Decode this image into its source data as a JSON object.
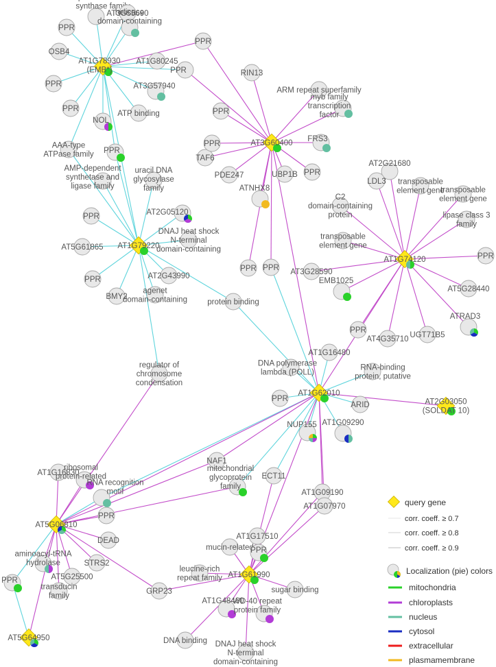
{
  "colors": {
    "edge_cyan": "#5ED4DC",
    "edge_magenta": "#C24BC9",
    "node_fill": "#E8E8E8",
    "node_stroke": "#A8A8A8",
    "query": "#FFE81A",
    "mitochondria": "#2AD12A",
    "chloroplasts": "#B23CD6",
    "nucleus": "#63BFA1",
    "cytosol": "#1A2DC2",
    "extracellular": "#EE1C1C",
    "plasmamembrane": "#F2BA20",
    "label": "#555555"
  },
  "nodes": [
    {
      "id": "pseudo",
      "label": "pseudouridine\nsynthase family",
      "ldx": 10,
      "ldy": -22,
      "pie": []
    },
    {
      "id": "at3g55690",
      "label": "AT3G55690",
      "ldx": 0,
      "ldy": 0,
      "pie": []
    },
    {
      "id": "ppr1",
      "label": "PPR",
      "ldx": 0,
      "ldy": 0,
      "pie": []
    },
    {
      "id": "helicase",
      "label": "helicase\ndomain-containing",
      "ldx": 0,
      "ldy": -16,
      "pie": [
        "nucleus"
      ]
    },
    {
      "id": "ppr2",
      "label": "PPR",
      "ldx": 0,
      "ldy": 0,
      "pie": []
    },
    {
      "id": "osb4",
      "label": "OSB4",
      "ldx": 0,
      "ldy": 0,
      "pie": []
    },
    {
      "id": "emb",
      "label": "AT1G78930\n(EMB*)",
      "ldx": -5,
      "ldy": -2,
      "query": true,
      "pie": [
        "mitochondria"
      ]
    },
    {
      "id": "at1g80245",
      "label": "AT1G80245",
      "ldx": 0,
      "ldy": 0,
      "pie": []
    },
    {
      "id": "ppr3",
      "label": "PPR",
      "ldx": -10,
      "ldy": 0,
      "pie": []
    },
    {
      "id": "ppr4",
      "label": "PPR",
      "ldx": 0,
      "ldy": 0,
      "pie": []
    },
    {
      "id": "at3g57940",
      "label": "AT3G57940",
      "ldx": -2,
      "ldy": -8,
      "pie": [
        "nucleus"
      ]
    },
    {
      "id": "ppr5",
      "label": "PPR",
      "ldx": 0,
      "ldy": 0,
      "pie": []
    },
    {
      "id": "nol",
      "label": "NOL",
      "ldx": -3,
      "ldy": -2,
      "pie": [
        "mitochondria",
        "chloroplasts"
      ]
    },
    {
      "id": "atpbind",
      "label": "ATP binding",
      "ldx": 0,
      "ldy": 0,
      "pie": []
    },
    {
      "id": "aaa",
      "label": "AAA-type\nATPase family",
      "ldx": 0,
      "ldy": 0,
      "pie": []
    },
    {
      "id": "ppr6",
      "label": "PPR",
      "ldx": -5,
      "ldy": -3,
      "pie": [
        "mitochondria"
      ]
    },
    {
      "id": "rin13",
      "label": "RIN13",
      "ldx": 0,
      "ldy": 0,
      "pie": []
    },
    {
      "id": "arm",
      "label": "ARM repeat superfamily",
      "ldx": 0,
      "ldy": 0,
      "pie": []
    },
    {
      "id": "myb",
      "label": "myb family\ntranscription\nfactor",
      "ldx": -20,
      "ldy": -4,
      "pie": [
        "nucleus"
      ]
    },
    {
      "id": "ppr7",
      "label": "PPR",
      "ldx": 0,
      "ldy": 0,
      "pie": []
    },
    {
      "id": "ppr8",
      "label": "PPR",
      "ldx": 0,
      "ldy": 0,
      "pie": []
    },
    {
      "id": "at3g60400",
      "label": "AT3G60400",
      "ldx": 0,
      "ldy": 0,
      "query": true,
      "pie": [
        "mitochondria"
      ]
    },
    {
      "id": "frs3",
      "label": "FRS3",
      "ldx": -5,
      "ldy": -6,
      "pie": [
        "nucleus"
      ]
    },
    {
      "id": "taf6",
      "label": "TAF6",
      "ldx": 0,
      "ldy": 0,
      "pie": []
    },
    {
      "id": "pde247",
      "label": "PDE247",
      "ldx": 0,
      "ldy": 0,
      "pie": []
    },
    {
      "id": "ppr9",
      "label": "PPR",
      "ldx": 0,
      "ldy": 0,
      "pie": []
    },
    {
      "id": "ubp1b",
      "label": "UBP1B",
      "ldx": 0,
      "ldy": 0,
      "pie": []
    },
    {
      "id": "atnhx8",
      "label": "ATNHX8",
      "ldx": -8,
      "ldy": -16,
      "pie": [
        "plasmamembrane"
      ]
    },
    {
      "id": "ampdep",
      "label": "AMP-dependent\nsynthetase and\nligase family",
      "ldx": -15,
      "ldy": -6,
      "pie": []
    },
    {
      "id": "uracil",
      "label": "uracil DNA\nglycosylase\nfamily",
      "ldx": 0,
      "ldy": -2,
      "pie": []
    },
    {
      "id": "ppr10",
      "label": "PPR",
      "ldx": 0,
      "ldy": 0,
      "pie": []
    },
    {
      "id": "at2g05120",
      "label": "AT2G05120",
      "ldx": -22,
      "ldy": -2,
      "pie": [
        "mitochondria",
        "chloroplasts",
        "cytosol"
      ]
    },
    {
      "id": "at5g61865",
      "label": "AT5G61865",
      "ldx": 0,
      "ldy": 0,
      "pie": []
    },
    {
      "id": "at1g79220",
      "label": "AT1G79220",
      "ldx": 0,
      "ldy": 0,
      "query": true,
      "pie": [
        "mitochondria"
      ]
    },
    {
      "id": "dnajhs1",
      "label": "DNAJ heat shock\nN-terminal\ndomain-containing",
      "ldx": 0,
      "ldy": 0,
      "pie": []
    },
    {
      "id": "ppr11",
      "label": "PPR",
      "ldx": 0,
      "ldy": 0,
      "pie": []
    },
    {
      "id": "at2g43990",
      "label": "AT2G43990",
      "ldx": 0,
      "ldy": 0,
      "pie": []
    },
    {
      "id": "bmy2",
      "label": "BMY2",
      "ldx": 0,
      "ldy": 0,
      "pie": []
    },
    {
      "id": "agenet",
      "label": "agenet\ndomain-containing",
      "ldx": 0,
      "ldy": 0,
      "pie": []
    },
    {
      "id": "ppr12",
      "label": "PPR",
      "ldx": 0,
      "ldy": 0,
      "pie": []
    },
    {
      "id": "ppr13",
      "label": "PPR",
      "ldx": 0,
      "ldy": 0,
      "pie": []
    },
    {
      "id": "protbind",
      "label": "protein binding",
      "ldx": 0,
      "ldy": 0,
      "pie": []
    },
    {
      "id": "at2g21680",
      "label": "AT2G21680",
      "ldx": 0,
      "ldy": -12,
      "pie": []
    },
    {
      "id": "ldl3",
      "label": "LDL3",
      "ldx": 0,
      "ldy": 0,
      "pie": []
    },
    {
      "id": "tpe1",
      "label": "transposable\nelement gene",
      "ldx": 0,
      "ldy": 0,
      "pie": []
    },
    {
      "id": "tpe2",
      "label": "transposable\nelement gene",
      "ldx": 0,
      "ldy": 0,
      "pie": []
    },
    {
      "id": "c2",
      "label": "C2\ndomain-containing\nprotein",
      "ldx": 0,
      "ldy": 0,
      "pie": []
    },
    {
      "id": "lipase",
      "label": "lipase class 3\nfamily",
      "ldx": 0,
      "ldy": 0,
      "pie": []
    },
    {
      "id": "tpe3",
      "label": "transposable\nelement gene",
      "ldx": 0,
      "ldy": 0,
      "pie": []
    },
    {
      "id": "at1g74120",
      "label": "AT1G74120",
      "ldx": 0,
      "ldy": 0,
      "query": true,
      "pie": [
        "mitochondria",
        "nucleus"
      ]
    },
    {
      "id": "ppr14",
      "label": "PPR",
      "ldx": 0,
      "ldy": 0,
      "pie": []
    },
    {
      "id": "at3g28590",
      "label": "AT3G28590",
      "ldx": 0,
      "ldy": 0,
      "pie": []
    },
    {
      "id": "at5g28440",
      "label": "AT5G28440",
      "ldx": 0,
      "ldy": 0,
      "pie": []
    },
    {
      "id": "emb1025",
      "label": "EMB1025",
      "ldx": -8,
      "ldy": -16,
      "pie": [
        "mitochondria"
      ]
    },
    {
      "id": "atrad3",
      "label": "ATRAD3",
      "ldx": -5,
      "ldy": -16,
      "pie": [
        "mitochondria",
        "cytosol",
        "nucleus"
      ]
    },
    {
      "id": "ppr15",
      "label": "PPR",
      "ldx": 0,
      "ldy": 0,
      "pie": []
    },
    {
      "id": "at4g35710",
      "label": "AT4G35710",
      "ldx": 0,
      "ldy": 0,
      "pie": []
    },
    {
      "id": "ugt71b5",
      "label": "UGT71B5",
      "ldx": 0,
      "ldy": 0,
      "pie": []
    },
    {
      "id": "at1g16480",
      "label": "AT1G16480",
      "ldx": 0,
      "ldy": 0,
      "pie": []
    },
    {
      "id": "dnapol",
      "label": "DNA polymerase\nlambda (POLL)",
      "ldx": -5,
      "ldy": 0,
      "pie": []
    },
    {
      "id": "rnabind",
      "label": "RNA-binding\nprotein, putative",
      "ldx": 15,
      "ldy": 0,
      "pie": []
    },
    {
      "id": "at1g62010",
      "label": "AT1G62010",
      "ldx": 0,
      "ldy": 0,
      "query": true,
      "pie": [
        "mitochondria"
      ]
    },
    {
      "id": "ppr16",
      "label": "PPR",
      "ldx": 0,
      "ldy": 0,
      "pie": []
    },
    {
      "id": "arid",
      "label": "ARID",
      "ldx": 0,
      "ldy": 0,
      "pie": []
    },
    {
      "id": "soldat",
      "label": "AT2G03050\n(SOLDAT 10)",
      "ldx": 0,
      "ldy": 0,
      "query": true,
      "pie": [
        "mitochondria"
      ]
    },
    {
      "id": "regulator",
      "label": "regulator of\nchromosome\ncondensation",
      "ldx": 0,
      "ldy": 0,
      "pie": []
    },
    {
      "id": "nup155",
      "label": "NUP155",
      "ldx": -8,
      "ldy": -12,
      "pie": [
        "mitochondria",
        "chloroplasts",
        "nucleus",
        "plasmamembrane"
      ]
    },
    {
      "id": "at1g09290",
      "label": "AT1G09290",
      "ldx": 0,
      "ldy": -16,
      "pie": [
        "nucleus",
        "cytosol"
      ]
    },
    {
      "id": "naf1",
      "label": "NAF1",
      "ldx": 0,
      "ldy": 0,
      "pie": []
    },
    {
      "id": "ect11",
      "label": "ECT11",
      "ldx": 0,
      "ldy": 0,
      "pie": []
    },
    {
      "id": "at1g16830",
      "label": "AT1G16830",
      "ldx": 0,
      "ldy": 0,
      "pie": []
    },
    {
      "id": "ribo",
      "label": "ribosomal\nprotein-related",
      "ldx": -5,
      "ldy": -12,
      "pie": [
        "chloroplasts"
      ]
    },
    {
      "id": "rnarec",
      "label": "RNA recognition\nmotif",
      "ldx": 20,
      "ldy": -16,
      "pie": [
        "nucleus"
      ]
    },
    {
      "id": "mitoglyco",
      "label": "mitochondrial\nglycoprotein\nfamily",
      "ldx": -10,
      "ldy": -14,
      "pie": [
        "mitochondria"
      ]
    },
    {
      "id": "at1g09190",
      "label": "AT1G09190",
      "ldx": 0,
      "ldy": 0,
      "pie": []
    },
    {
      "id": "at1g07970",
      "label": "AT1G07970",
      "ldx": 0,
      "ldy": 0,
      "pie": []
    },
    {
      "id": "at5g06810",
      "label": "AT5G06810",
      "ldx": 0,
      "ldy": 0,
      "query": true,
      "pie": [
        "mitochondria",
        "nucleus",
        "cytosol"
      ]
    },
    {
      "id": "ppr17",
      "label": "PPR",
      "ldx": 0,
      "ldy": 0,
      "pie": []
    },
    {
      "id": "dead",
      "label": "DEAD",
      "ldx": 0,
      "ldy": 0,
      "pie": []
    },
    {
      "id": "at1g17510",
      "label": "AT1G17510",
      "ldx": 0,
      "ldy": 0,
      "pie": []
    },
    {
      "id": "mucin",
      "label": "mucin-related",
      "ldx": 0,
      "ldy": 0,
      "pie": []
    },
    {
      "id": "aminoacyl",
      "label": "aminoacyl-tRNA\nhydrolase",
      "ldx": 0,
      "ldy": -8,
      "pie": [
        "chloroplasts",
        "nucleus"
      ]
    },
    {
      "id": "strs2",
      "label": "STRS2",
      "ldx": 0,
      "ldy": 0,
      "pie": []
    },
    {
      "id": "ppr18",
      "label": "PPR",
      "ldx": -4,
      "ldy": -4,
      "pie": [
        "mitochondria"
      ]
    },
    {
      "id": "at5g25500",
      "label": "AT5G25500",
      "ldx": 0,
      "ldy": 0,
      "pie": []
    },
    {
      "id": "transducin",
      "label": "transducin\nfamily",
      "ldx": 0,
      "ldy": 0,
      "pie": []
    },
    {
      "id": "ppr19",
      "label": "PPR",
      "ldx": 0,
      "ldy": -4,
      "pie": [
        "mitochondria"
      ]
    },
    {
      "id": "leucine",
      "label": "leucine-rich\nrepeat family",
      "ldx": 0,
      "ldy": 0,
      "pie": []
    },
    {
      "id": "at1g61990",
      "label": "AT1G61990",
      "ldx": 0,
      "ldy": 0,
      "query": true,
      "pie": [
        "mitochondria"
      ]
    },
    {
      "id": "grp23",
      "label": "GRP23",
      "ldx": 0,
      "ldy": 0,
      "pie": []
    },
    {
      "id": "sugar",
      "label": "sugar binding",
      "ldx": 0,
      "ldy": 0,
      "pie": []
    },
    {
      "id": "at1g48460",
      "label": "AT1G48460",
      "ldx": -5,
      "ldy": -12,
      "pie": [
        "chloroplasts"
      ]
    },
    {
      "id": "wd40",
      "label": "WD-40 repeat\nprotein family",
      "ldx": -10,
      "ldy": -12,
      "pie": [
        "chloroplasts"
      ]
    },
    {
      "id": "at5g64950",
      "label": "AT5G64950",
      "ldx": 0,
      "ldy": 0,
      "query": true,
      "pie": [
        "mitochondria",
        "cytosol",
        "nucleus"
      ]
    },
    {
      "id": "dnabind",
      "label": "DNA binding",
      "ldx": 0,
      "ldy": 0,
      "pie": []
    },
    {
      "id": "dnajhs2",
      "label": "DNAJ heat shock\nN-terminal\ndomain-containing",
      "ldx": 0,
      "ldy": 0,
      "pie": []
    }
  ],
  "edges": [
    [
      "emb",
      "pseudo",
      "c"
    ],
    [
      "emb",
      "at3g55690",
      "c"
    ],
    [
      "emb",
      "ppr1",
      "c"
    ],
    [
      "emb",
      "helicase",
      "c"
    ],
    [
      "emb",
      "ppr2",
      "m"
    ],
    [
      "emb",
      "osb4",
      "c"
    ],
    [
      "emb",
      "at1g80245",
      "c"
    ],
    [
      "emb",
      "ppr3",
      "c"
    ],
    [
      "emb",
      "ppr4",
      "c"
    ],
    [
      "emb",
      "at3g57940",
      "c"
    ],
    [
      "emb",
      "ppr5",
      "c"
    ],
    [
      "emb",
      "nol",
      "c"
    ],
    [
      "emb",
      "atpbind",
      "c"
    ],
    [
      "emb",
      "aaa",
      "c"
    ],
    [
      "emb",
      "ppr6",
      "c"
    ],
    [
      "emb",
      "at1g79220",
      "c"
    ],
    [
      "ppr2",
      "at3g60400",
      "m"
    ],
    [
      "ppr3",
      "at3g60400",
      "m"
    ],
    [
      "at3g60400",
      "rin13",
      "m"
    ],
    [
      "at3g60400",
      "arm",
      "m"
    ],
    [
      "at3g60400",
      "myb",
      "m"
    ],
    [
      "at3g60400",
      "ppr7",
      "m"
    ],
    [
      "at3g60400",
      "ppr8",
      "m"
    ],
    [
      "at3g60400",
      "frs3",
      "m"
    ],
    [
      "at3g60400",
      "taf6",
      "m"
    ],
    [
      "at3g60400",
      "pde247",
      "m"
    ],
    [
      "at3g60400",
      "ppr9",
      "m"
    ],
    [
      "at3g60400",
      "ubp1b",
      "m"
    ],
    [
      "at3g60400",
      "atnhx8",
      "m"
    ],
    [
      "at3g60400",
      "ppr12",
      "m"
    ],
    [
      "at3g60400",
      "ppr13",
      "m"
    ],
    [
      "at3g60400",
      "at1g62010",
      "m"
    ],
    [
      "at1g79220",
      "ampdep",
      "c"
    ],
    [
      "at1g79220",
      "uracil",
      "c"
    ],
    [
      "at1g79220",
      "ppr10",
      "c"
    ],
    [
      "at1g79220",
      "at2g05120",
      "c"
    ],
    [
      "at1g79220",
      "at5g61865",
      "c"
    ],
    [
      "at1g79220",
      "dnajhs1",
      "c"
    ],
    [
      "at1g79220",
      "ppr11",
      "c"
    ],
    [
      "at1g79220",
      "at2g43990",
      "c"
    ],
    [
      "at1g79220",
      "bmy2",
      "c"
    ],
    [
      "at1g79220",
      "agenet",
      "c"
    ],
    [
      "at1g79220",
      "protbind",
      "c"
    ],
    [
      "at1g79220",
      "regulator",
      "c"
    ],
    [
      "at1g79220",
      "aaa",
      "c"
    ],
    [
      "at1g79220",
      "ppr6",
      "c"
    ],
    [
      "at1g74120",
      "at2g21680",
      "m"
    ],
    [
      "at1g74120",
      "ldl3",
      "m"
    ],
    [
      "at1g74120",
      "tpe1",
      "m"
    ],
    [
      "at1g74120",
      "tpe2",
      "m"
    ],
    [
      "at1g74120",
      "c2",
      "m"
    ],
    [
      "at1g74120",
      "lipase",
      "m"
    ],
    [
      "at1g74120",
      "tpe3",
      "m"
    ],
    [
      "at1g74120",
      "ppr14",
      "m"
    ],
    [
      "at1g74120",
      "at3g28590",
      "m"
    ],
    [
      "at1g74120",
      "at5g28440",
      "m"
    ],
    [
      "at1g74120",
      "emb1025",
      "m"
    ],
    [
      "at1g74120",
      "atrad3",
      "m"
    ],
    [
      "at1g74120",
      "ppr15",
      "m"
    ],
    [
      "at1g74120",
      "at4g35710",
      "m"
    ],
    [
      "at1g74120",
      "ugt71b5",
      "m"
    ],
    [
      "at1g74120",
      "at1g62010",
      "m"
    ],
    [
      "at1g62010",
      "ppr13",
      "c"
    ],
    [
      "at1g62010",
      "protbind",
      "c"
    ],
    [
      "at1g62010",
      "at1g16480",
      "c"
    ],
    [
      "at1g62010",
      "dnapol",
      "c"
    ],
    [
      "at1g62010",
      "rnabind",
      "c"
    ],
    [
      "at1g62010",
      "ppr16",
      "c"
    ],
    [
      "at1g62010",
      "arid",
      "c"
    ],
    [
      "at1g62010",
      "soldat",
      "m"
    ],
    [
      "at1g62010",
      "nup155",
      "c"
    ],
    [
      "at1g62010",
      "at1g09290",
      "c"
    ],
    [
      "at1g62010",
      "naf1",
      "m"
    ],
    [
      "at1g62010",
      "ect11",
      "c"
    ],
    [
      "at1g62010",
      "at1g09190",
      "m"
    ],
    [
      "at1g62010",
      "at1g07970",
      "m"
    ],
    [
      "at1g62010",
      "mitoglyco",
      "c"
    ],
    [
      "at1g62010",
      "rnarec",
      "c"
    ],
    [
      "at1g62010",
      "at5g06810",
      "m"
    ],
    [
      "at1g62010",
      "at1g61990",
      "m"
    ],
    [
      "regulator",
      "at5g06810",
      "m"
    ],
    [
      "at5g06810",
      "at1g16830",
      "m"
    ],
    [
      "at5g06810",
      "ribo",
      "m"
    ],
    [
      "at5g06810",
      "rnarec",
      "c"
    ],
    [
      "at5g06810",
      "mitoglyco",
      "m"
    ],
    [
      "at5g06810",
      "naf1",
      "m"
    ],
    [
      "at5g06810",
      "ppr17",
      "m"
    ],
    [
      "at5g06810",
      "dead",
      "m"
    ],
    [
      "at5g06810",
      "aminoacyl",
      "m"
    ],
    [
      "at5g06810",
      "strs2",
      "m"
    ],
    [
      "at5g06810",
      "ppr18",
      "c"
    ],
    [
      "at5g06810",
      "at5g25500",
      "m"
    ],
    [
      "at5g06810",
      "transducin",
      "m"
    ],
    [
      "at5g06810",
      "grp23",
      "m"
    ],
    [
      "at5g06810",
      "at5g64950",
      "m"
    ],
    [
      "ppr18",
      "at5g64950",
      "c"
    ],
    [
      "at1g61990",
      "ect11",
      "m"
    ],
    [
      "at1g61990",
      "at1g17510",
      "m"
    ],
    [
      "at1g61990",
      "mucin",
      "m"
    ],
    [
      "at1g61990",
      "ppr19",
      "m"
    ],
    [
      "at1g61990",
      "leucine",
      "m"
    ],
    [
      "at1g61990",
      "grp23",
      "m"
    ],
    [
      "at1g61990",
      "sugar",
      "m"
    ],
    [
      "at1g61990",
      "at1g48460",
      "m"
    ],
    [
      "at1g61990",
      "wd40",
      "m"
    ],
    [
      "at1g61990",
      "dnabind",
      "m"
    ],
    [
      "at1g61990",
      "dnajhs2",
      "m"
    ],
    [
      "at1g61990",
      "at1g09190",
      "m"
    ],
    [
      "at1g61990",
      "at1g07970",
      "m"
    ]
  ],
  "legend": {
    "query_label": "query gene",
    "corr_labels": [
      "corr. coeff. ≥ 0.7",
      "corr. coeff. ≥ 0.8",
      "corr. coeff. ≥ 0.9"
    ],
    "localization_title": "Localization (pie) colors",
    "compartments": [
      {
        "key": "mitochondria",
        "label": "mitochondria"
      },
      {
        "key": "chloroplasts",
        "label": "chloroplasts"
      },
      {
        "key": "nucleus",
        "label": "nucleus"
      },
      {
        "key": "cytosol",
        "label": "cytosol"
      },
      {
        "key": "extracellular",
        "label": "extracellular"
      },
      {
        "key": "plasmamembrane",
        "label": "plasmamembrane"
      }
    ]
  }
}
